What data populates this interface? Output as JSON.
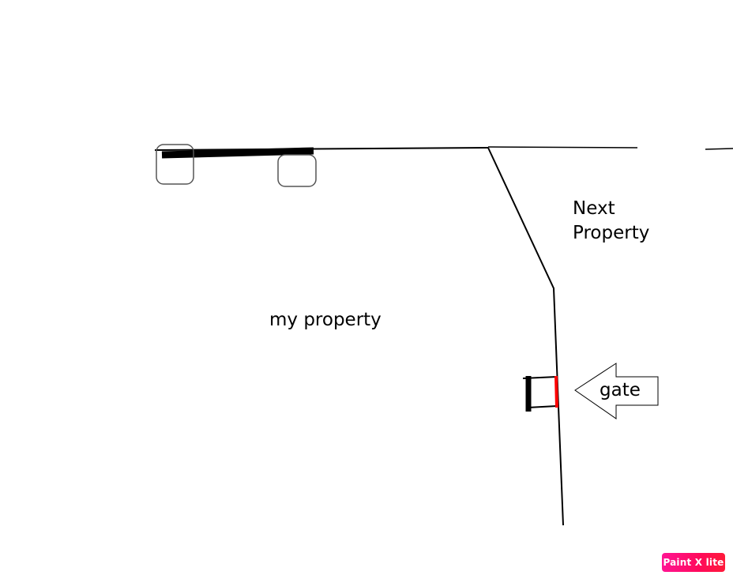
{
  "diagram": {
    "type": "hand-drawn property sketch",
    "labels": {
      "my_property": "my property",
      "next_property": "Next\nProperty",
      "gate": "gate"
    },
    "colors": {
      "line": "#000000",
      "gate_highlight": "#ff0000",
      "background": "#ffffff",
      "post_outline": "#555555"
    }
  },
  "watermark": {
    "text": "Paint X lite",
    "color_start": "#ff1493",
    "color_end": "#ff1a3a"
  }
}
